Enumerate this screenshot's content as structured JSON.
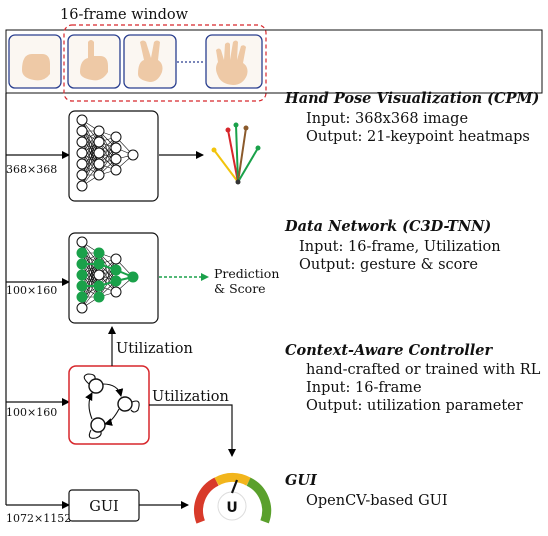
{
  "window_label": "16-frame window",
  "resolutions": [
    "368×368",
    "100×160",
    "100×160",
    "1072×1152"
  ],
  "network_outputs": {
    "prediction_line1": "Prediction",
    "prediction_line2": "& Score"
  },
  "edge_labels": {
    "utilization_up": "Utilization",
    "utilization_right": "Utilization"
  },
  "gui_box_label": "GUI",
  "gauge_label": "U",
  "sections": [
    {
      "title": "Hand Pose Visualization (CPM)",
      "lines": [
        "Input: 368x368 image",
        "Output: 21-keypoint heatmaps"
      ]
    },
    {
      "title": "Data Network (C3D-TNN)",
      "lines": [
        "Input: 16-frame, Utilization",
        "Output: gesture & score"
      ]
    },
    {
      "title": "Context-Aware Controller",
      "lines": [
        "hand-crafted or trained with RL",
        "Input: 16-frame",
        "Output: utilization parameter"
      ]
    },
    {
      "title": "GUI",
      "lines": [
        "OpenCV-based GUI"
      ]
    }
  ],
  "colors": {
    "window_border": "#d7262b",
    "highlight_green": "#1aa14a",
    "controller_border": "#d7262b",
    "frame_border": "#2a3f8f",
    "gauge_red": "#d83a2a",
    "gauge_yellow": "#f2b51c",
    "gauge_green": "#5aa02c"
  }
}
